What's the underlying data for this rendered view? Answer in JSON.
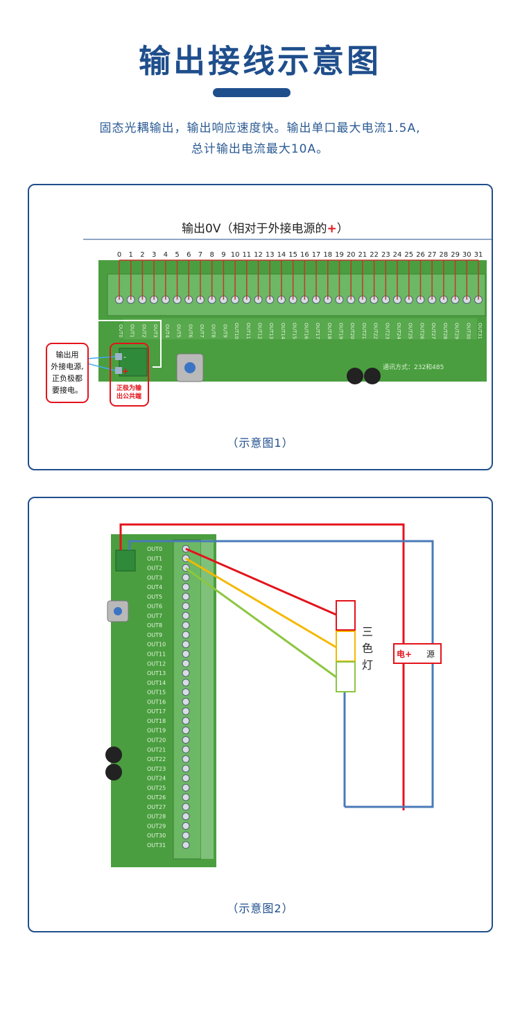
{
  "header": {
    "title": "输出接线示意图",
    "desc_line1": "固态光耦输出，输出响应速度快。输出单口最大电流1.5A,",
    "desc_line2": "总计输出电流最大10A。"
  },
  "figure1": {
    "heading_prefix": "输出0V（相对于外接电源的",
    "heading_plus": "+",
    "heading_suffix": "）",
    "channel_numbers": [
      "0",
      "1",
      "2",
      "3",
      "4",
      "5",
      "6",
      "7",
      "8",
      "9",
      "10",
      "11",
      "12",
      "13",
      "14",
      "15",
      "16",
      "17",
      "18",
      "19",
      "20",
      "21",
      "22",
      "23",
      "24",
      "25",
      "26",
      "27",
      "28",
      "29",
      "30",
      "31"
    ],
    "callout_left": [
      "输出用",
      "外接电源,",
      "正负极都",
      "要接电。"
    ],
    "callout_right": [
      "正极为输",
      "出公共端"
    ],
    "board_text": "通讯方式：232和485",
    "caption": "（示意图1）"
  },
  "figure2": {
    "port_labels": [
      "OUT0",
      "OUT1",
      "OUT2",
      "OUT3",
      "OUT4",
      "OUT5",
      "OUT6",
      "OUT7",
      "OUT8",
      "OUT9",
      "OUT10",
      "OUT11",
      "OUT12",
      "OUT13",
      "OUT14",
      "OUT15",
      "OUT16",
      "OUT17",
      "OUT18",
      "OUT19",
      "OUT20",
      "OUT21",
      "OUT22",
      "OUT23",
      "OUT24",
      "OUT25",
      "OUT26",
      "OUT27",
      "OUT28",
      "OUT29",
      "OUT30",
      "OUT31"
    ],
    "lamp_label": [
      "三",
      "色",
      "灯"
    ],
    "power_plus": "电+",
    "power_label": "源",
    "caption": "（示意图2）"
  },
  "colors": {
    "primary": "#1f4e8c",
    "board_green": "#4a9e3f",
    "terminal_green": "#6cb865",
    "wire_red": "#e3131b",
    "wire_blue": "#4a7ab8",
    "wire_yellow": "#f5b800",
    "wire_green": "#8cc63f"
  }
}
